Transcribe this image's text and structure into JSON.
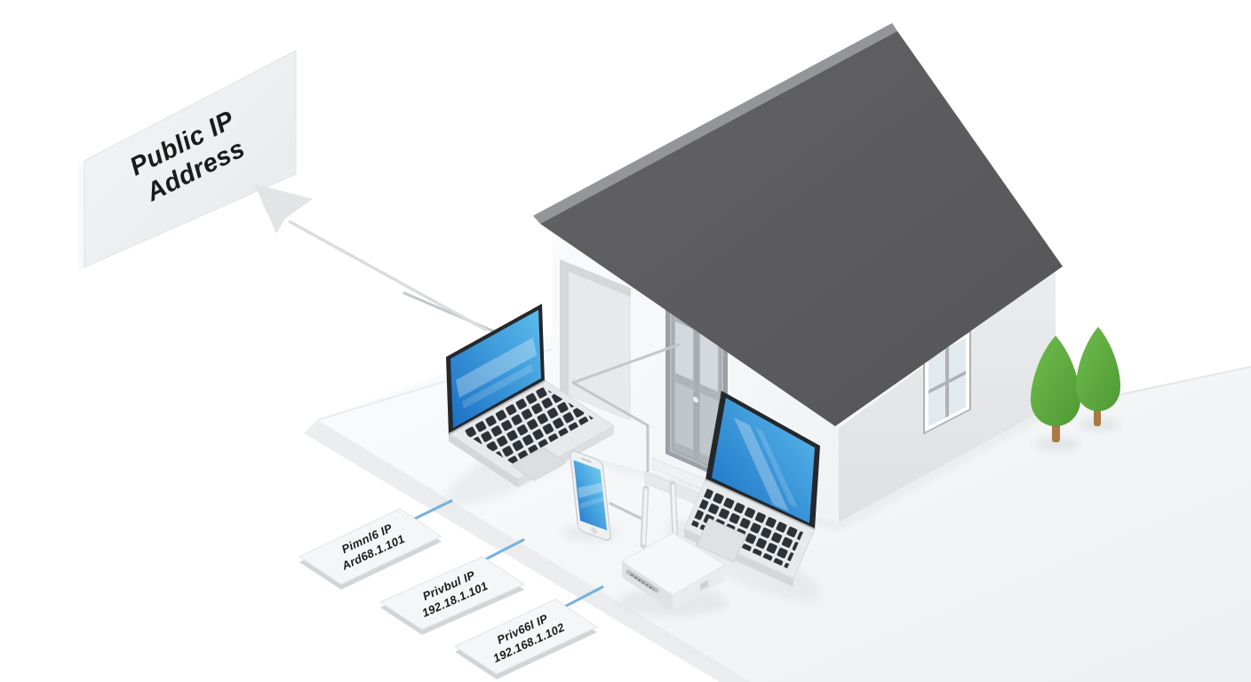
{
  "sign": {
    "line1": "Public IP",
    "line2": "Address"
  },
  "cards": [
    {
      "line1": "Pimnl6 IP",
      "line2": "Ard68.1.101"
    },
    {
      "line1": "Privbul IP",
      "line2": "192.18.1.101"
    },
    {
      "line1": "Priv66l IP",
      "line2": "192.168.1.102"
    }
  ],
  "colors": {
    "roof": "#5c5c5e",
    "roof_ridge": "#949598",
    "front_wall": "#f8fafb",
    "side_wall": "#e6e8ea",
    "door_gray": "#b6bcc0",
    "screen_blue_dark": "#1a6fc4",
    "screen_blue_light": "#5cbcec",
    "tree_green_light": "#6fbc4d",
    "tree_green_dark": "#4f9a33",
    "trunk_brown": "#a87a42",
    "connector_gray": "#c3c7ca",
    "connector_blue": "#74b2de",
    "arrow_gray": "#e2e4e6",
    "sign_face": "#f0f2f3",
    "card_face": "#f5f6f7",
    "text": "#1b1b1b"
  }
}
